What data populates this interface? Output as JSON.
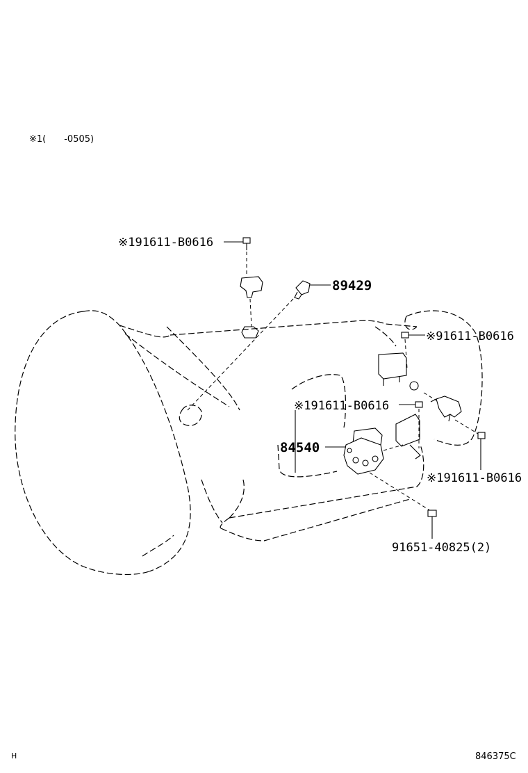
{
  "note": "※1(　　-0505)",
  "parts": {
    "bolt_top": "※191611-B0616",
    "pressure_switch": "89429",
    "bolt_right_upper": "※91611-B0616",
    "bolt_middle": "※191611-B0616",
    "neutral_switch": "84540",
    "bolt_right_lower": "※191611-B0616",
    "bolt_bottom": "91651-40825(2)"
  },
  "footer": {
    "left_code": "H",
    "illustration_number": "846375C"
  }
}
